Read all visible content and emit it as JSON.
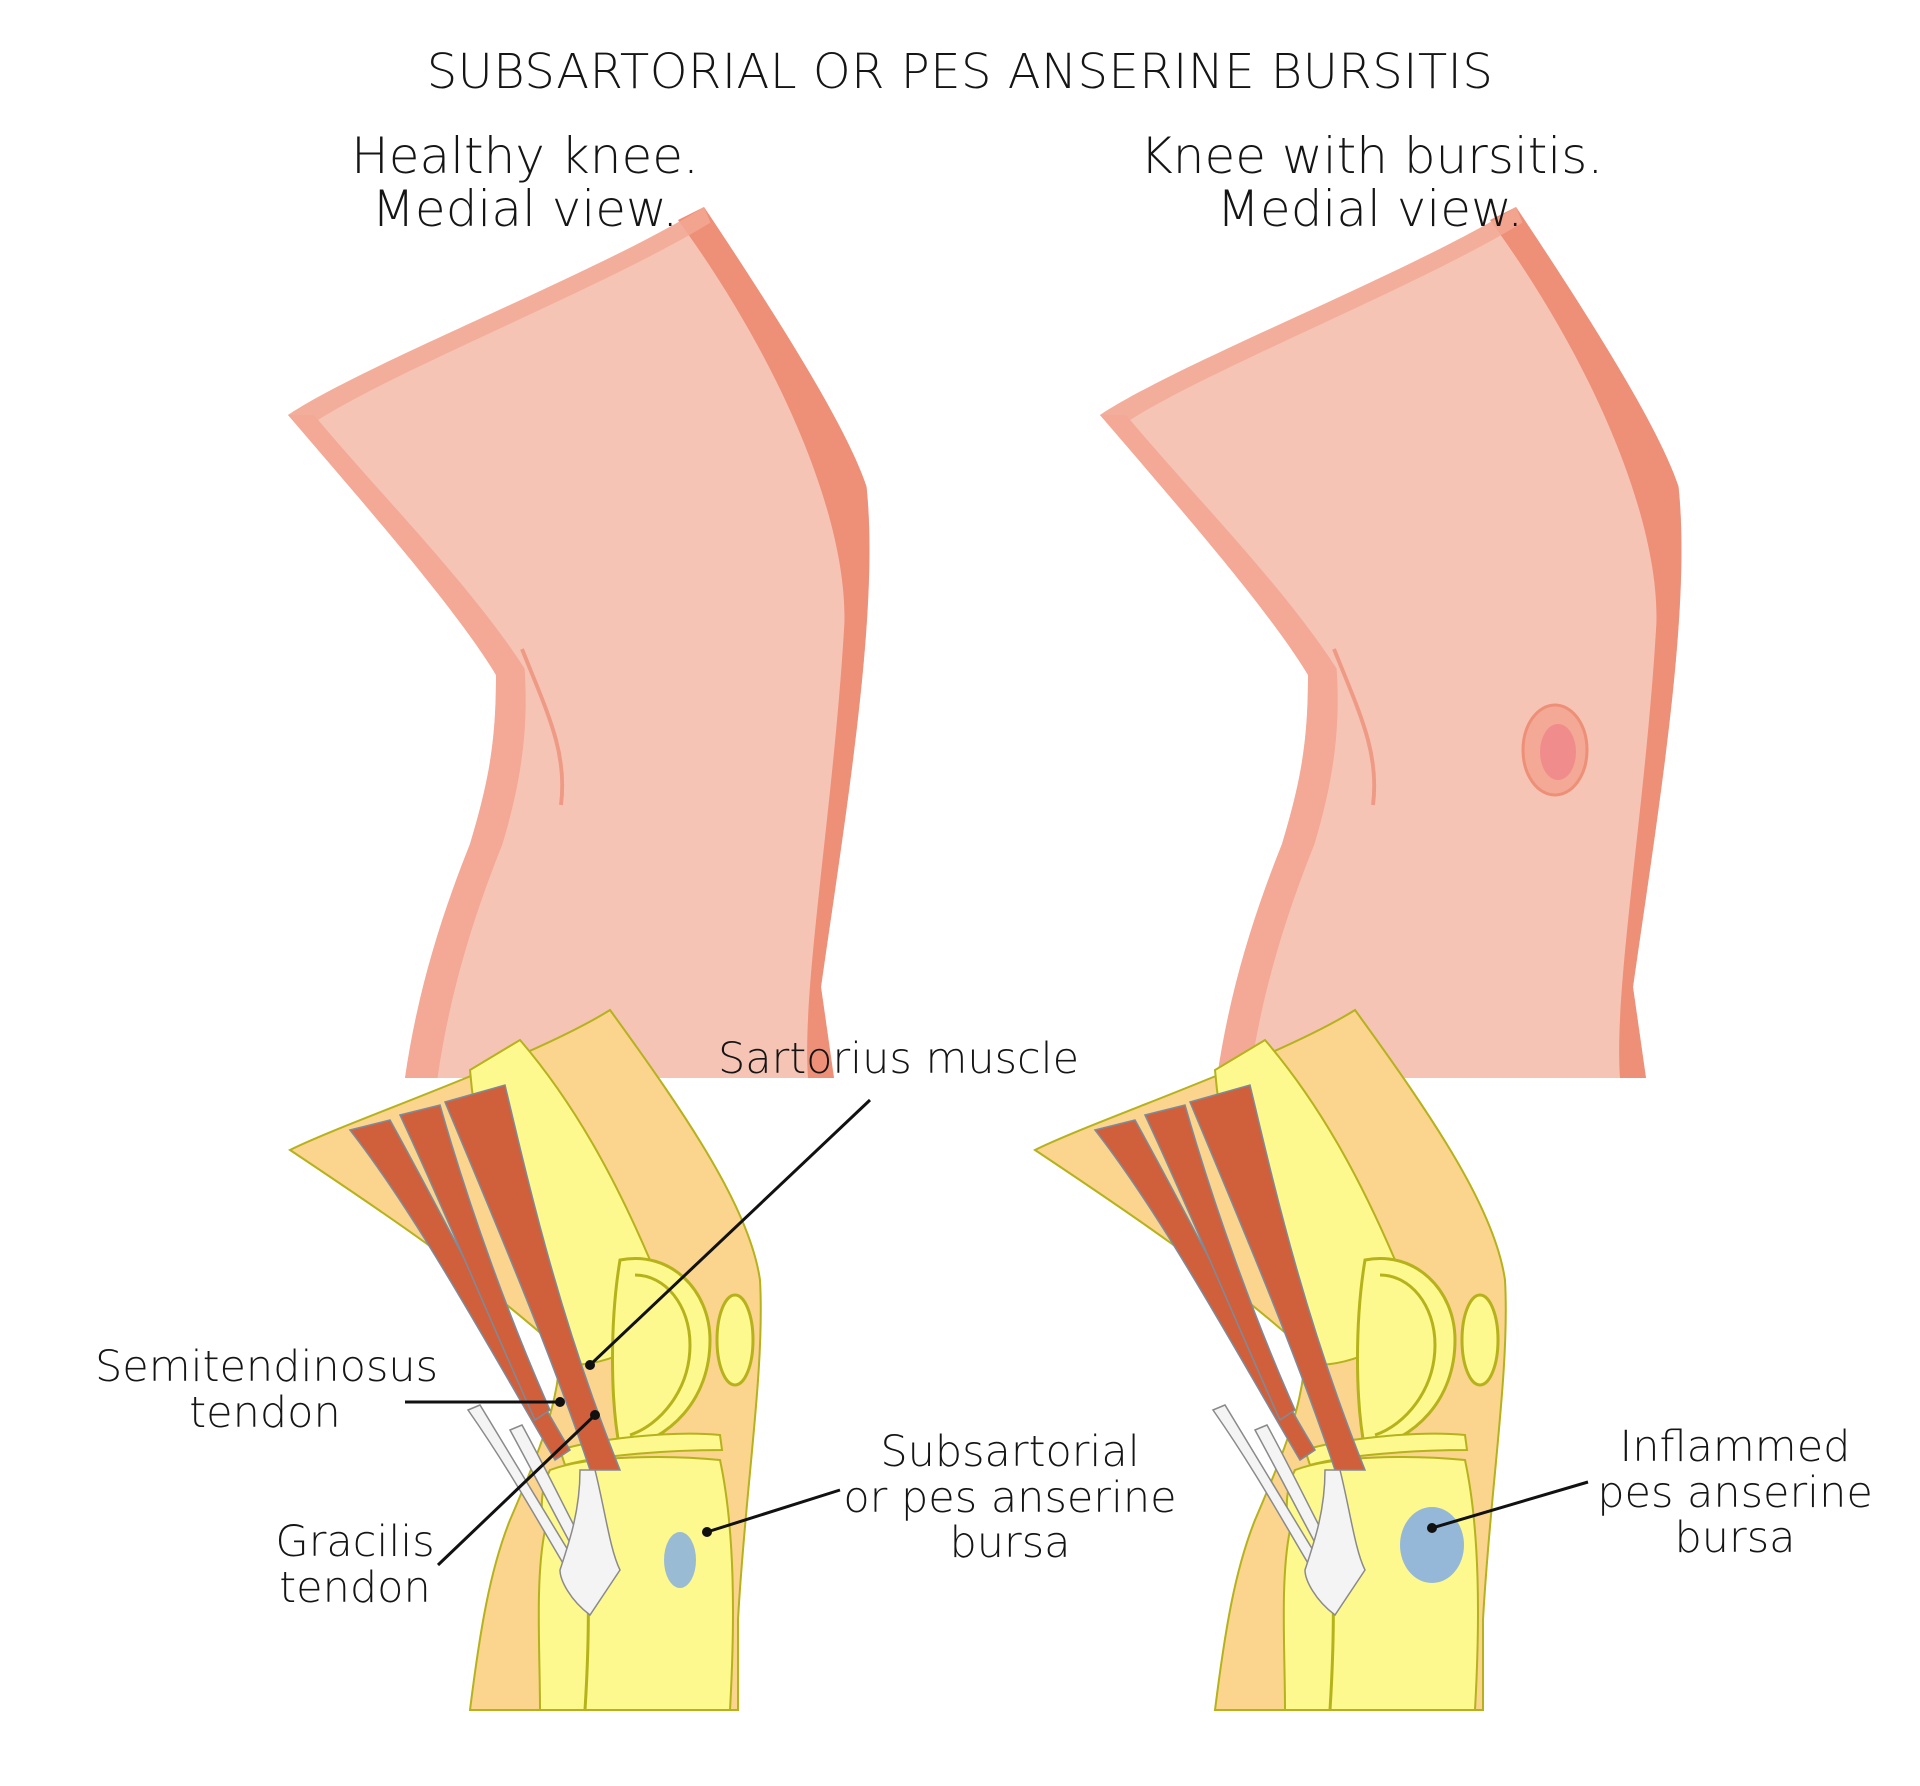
{
  "title": "SUBSARTORIAL OR PES ANSERINE  BURSITIS",
  "panels": {
    "healthy": {
      "caption_line1": "Healthy knee.",
      "caption_line2": "Medial view."
    },
    "bursitis": {
      "caption_line1": "Knee with bursitis.",
      "caption_line2": "Medial view."
    }
  },
  "labels": {
    "sartorius": "Sartorius muscle",
    "semitendinosus_line1": "Semitendinosus",
    "semitendinosus_line2": "tendon",
    "gracilis_line1": "Gracilis",
    "gracilis_line2": "tendon",
    "bursa_line1": "Subsartorial",
    "bursa_line2": "or pes anserine",
    "bursa_line3": "bursa",
    "inflamed_line1": "Inflammed",
    "inflamed_line2": "pes anserine",
    "inflamed_line3": "bursa"
  },
  "colors": {
    "skin_light": "#f6c4b5",
    "skin_mid": "#f3a995",
    "skin_dark": "#ee8f78",
    "soft_tissue": "#fbd48e",
    "bone": "#fdf98e",
    "bone_edge": "#c9c41a",
    "muscle": "#d0603c",
    "tendon": "#f4f4f4",
    "bursa": "#8fb4dc",
    "swelling": "#f08c8c"
  }
}
